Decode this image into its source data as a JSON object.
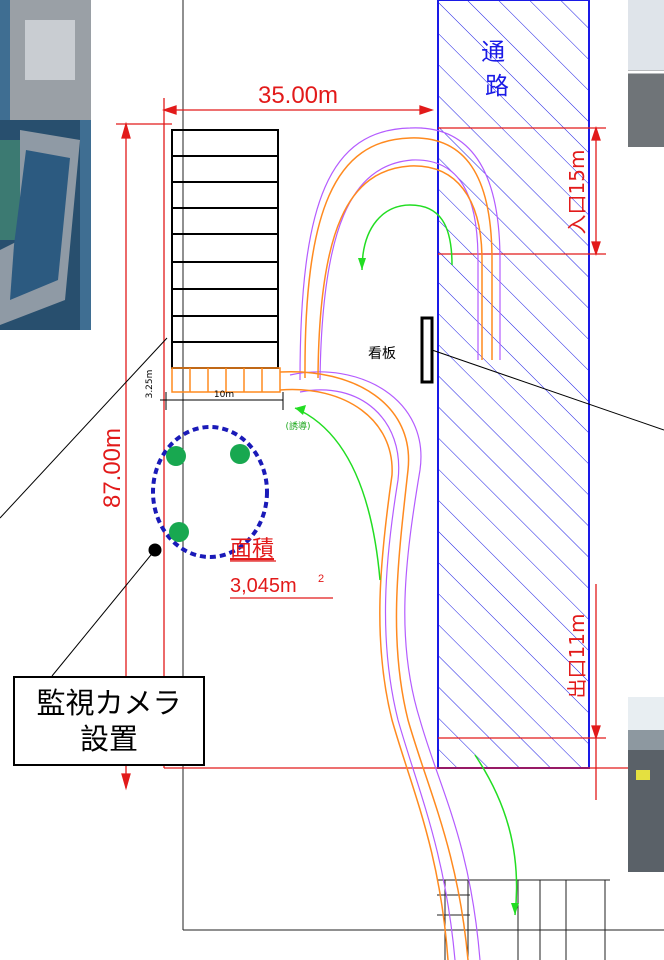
{
  "title": "Parking layout plan",
  "labels": {
    "passage": "通路",
    "width_dim": "35.00m",
    "height_dim": "87.00m",
    "entrance_dim": "入口15m",
    "exit_dim": "出口11m",
    "area_label": "面積",
    "area_value": "3,045m",
    "area_sup": "2",
    "sign_label": "看板",
    "small_dim_a": "3.25m",
    "small_dim_b": "10m",
    "small_note": "(誘導)",
    "callout_line1": "監視カメラ",
    "callout_line2": "設置"
  },
  "colors": {
    "passage_blue": "#1a1ae6",
    "dimension_red": "#e21a1a",
    "track_orange": "#ff8a1f",
    "track_purple": "#b45cff",
    "arrow_green": "#22dd22",
    "camera_green": "#18a850",
    "zone_blue": "#1a1ab8"
  },
  "photos": [
    {
      "name": "aerial-photo"
    },
    {
      "name": "road-photo-top"
    },
    {
      "name": "road-photo-bottom"
    }
  ]
}
